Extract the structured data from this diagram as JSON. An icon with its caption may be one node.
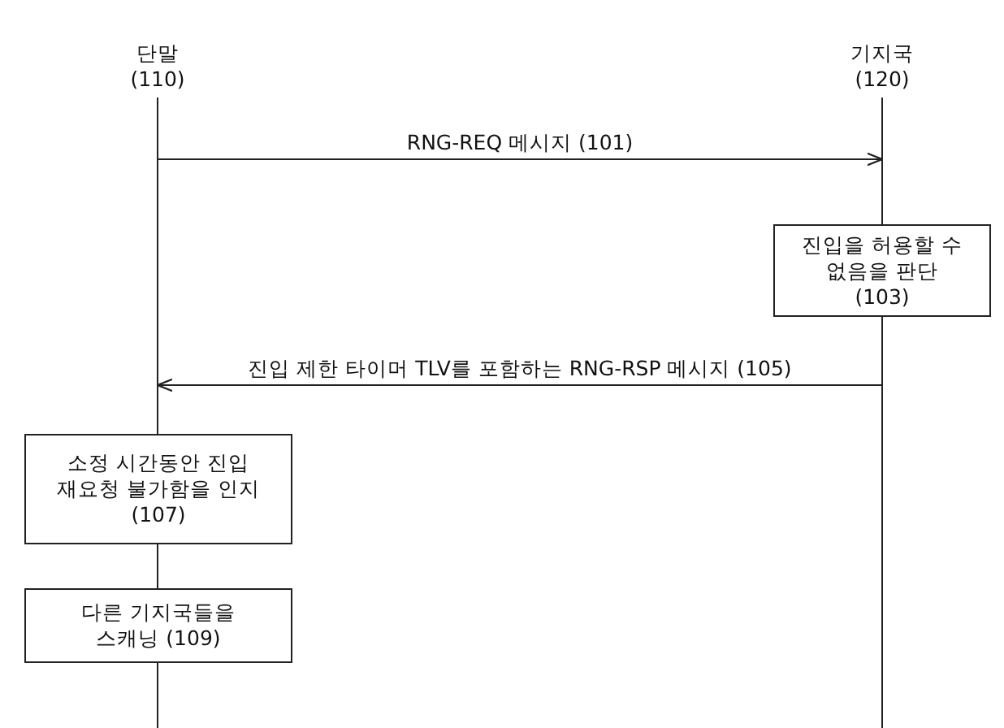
{
  "diagram": {
    "nodes": [
      {
        "text": [
          "단말 (110)"
        ]
      },
      {
        "text": [
          "기지국 (120)"
        ]
      },
      {
        "text": [
          "진입을 허용할 수 없음을 판단 (103)"
        ]
      },
      {
        "text": [
          "소정 시간동안 진입 재요청 불가함을 인지 (107)"
        ]
      },
      {
        "text": [
          "다른 기지국들을 스캐닝 (109)"
        ]
      }
    ],
    "edges": [
      {
        "from": 0,
        "to": 1,
        "arrow": "to",
        "label": "RNG-REQ 메시지 (101)"
      },
      {
        "from": 2,
        "to": 3,
        "arrow": "to",
        "label": "진입 제한 타이머 TLV를 포함하는 RNG-RSP 메시지 (105)"
      },
      {
        "from": 0,
        "to": 3,
        "arrow": "none"
      },
      {
        "from": 3,
        "to": 4,
        "arrow": "none"
      },
      {
        "from": 4,
        "to": null,
        "arrow": "none"
      },
      {
        "from": 1,
        "to": 2,
        "arrow": "none"
      },
      {
        "from": 2,
        "to": null,
        "arrow": "none"
      }
    ]
  }
}
